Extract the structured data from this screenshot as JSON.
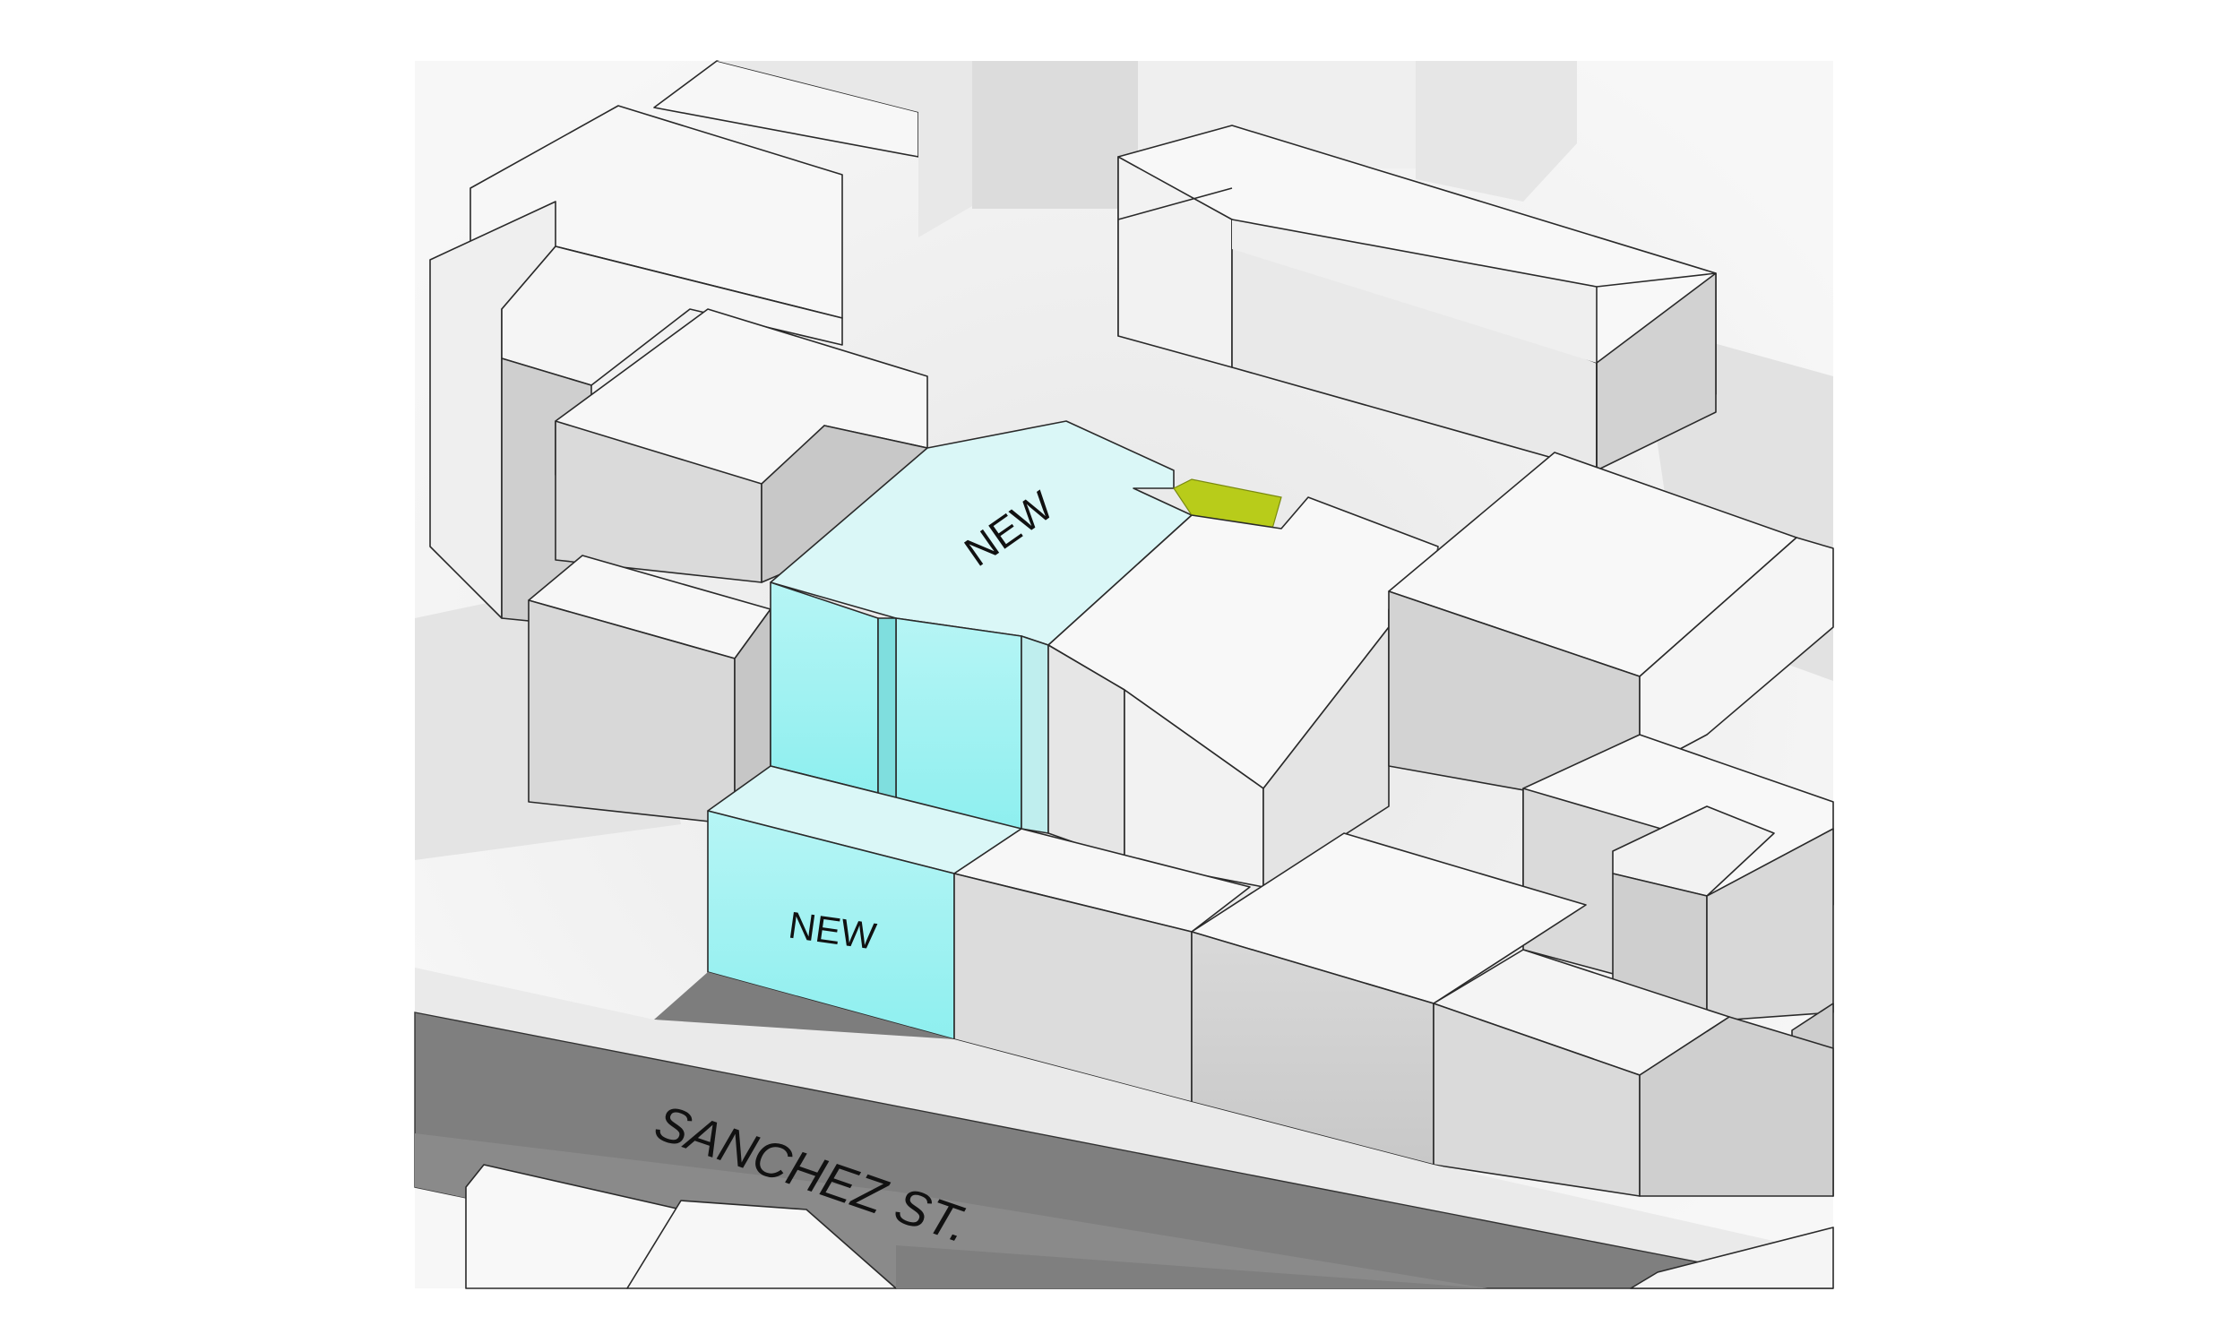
{
  "labels": {
    "new_upper": "NEW",
    "new_lower": "NEW",
    "street": "SANCHEZ ST."
  },
  "colors": {
    "new_building_face": "#9ef2f2",
    "new_building_top": "#daf7f7",
    "highlight_green": "#b8cc1a",
    "street": "#7f7f7f",
    "building_light": "#f7f7f7",
    "building_mid": "#dedede",
    "building_dark": "#c4c4c4"
  }
}
